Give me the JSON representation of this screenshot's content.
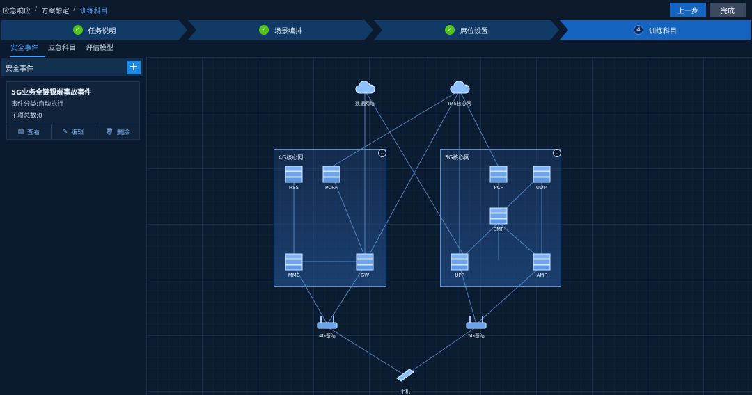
{
  "breadcrumb": {
    "item1": "应急响应",
    "item2": "方案想定",
    "item3": "训练科目",
    "sep": "/"
  },
  "buttons": {
    "prev": "上一步",
    "done": "完成"
  },
  "steps": [
    {
      "label": "任务说明",
      "state": "done"
    },
    {
      "label": "场景编排",
      "state": "done"
    },
    {
      "label": "席位设置",
      "state": "done"
    },
    {
      "label": "训练科目",
      "state": "active",
      "num": "4"
    }
  ],
  "tabs": [
    "安全事件",
    "应急科目",
    "评估模型"
  ],
  "panel": {
    "title": "安全事件",
    "add": "+"
  },
  "card": {
    "title": "5G业务全链银端事故事件",
    "category": "事件分类:自动执行",
    "count": "子项总数:0",
    "view": "查看",
    "edit": "编辑",
    "delete": "删除"
  },
  "topology": {
    "groups": {
      "g4": "4G核心网",
      "g5": "5G核心网"
    },
    "nodes": {
      "internet": "数据网络",
      "ims": "IMS核心网",
      "hss": "HSS",
      "pcrf": "PCRF",
      "mme": "MME",
      "gw": "GW",
      "pcf": "PCF",
      "udm": "UDM",
      "smf": "SMF",
      "upf": "UPF",
      "amf": "AMF",
      "bs4g": "4G基站",
      "bs5g": "5G基站",
      "phone": "手机"
    }
  },
  "colors": {
    "accent": "#49a4ff",
    "step_bg": "#123a66",
    "step_active": "#1565c0",
    "check": "#52c41a"
  }
}
